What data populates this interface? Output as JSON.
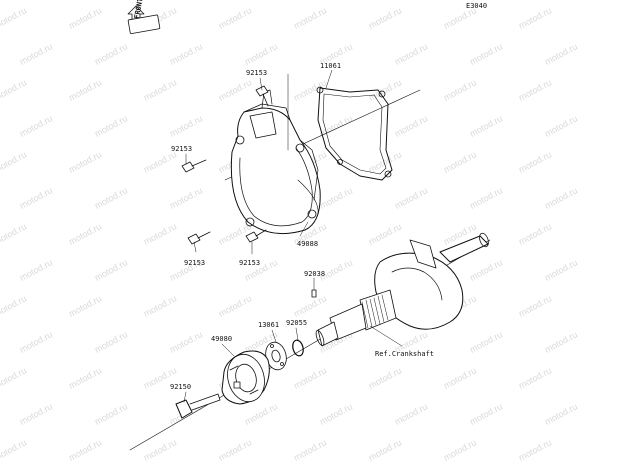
{
  "diagram_code": "E3040",
  "front_marker": "FRONT",
  "watermark": "motod.ru",
  "parts": {
    "p11061": "11061",
    "p92153_top": "92153",
    "p92153_left": "92153",
    "p92153_bl": "92153",
    "p92153_bm": "92153",
    "p49088": "49088",
    "p92038": "92038",
    "p92055": "92055",
    "p13061": "13061",
    "p49080": "49080",
    "p92150": "92150",
    "ref_crankshaft": "Ref.Crankshaft"
  }
}
